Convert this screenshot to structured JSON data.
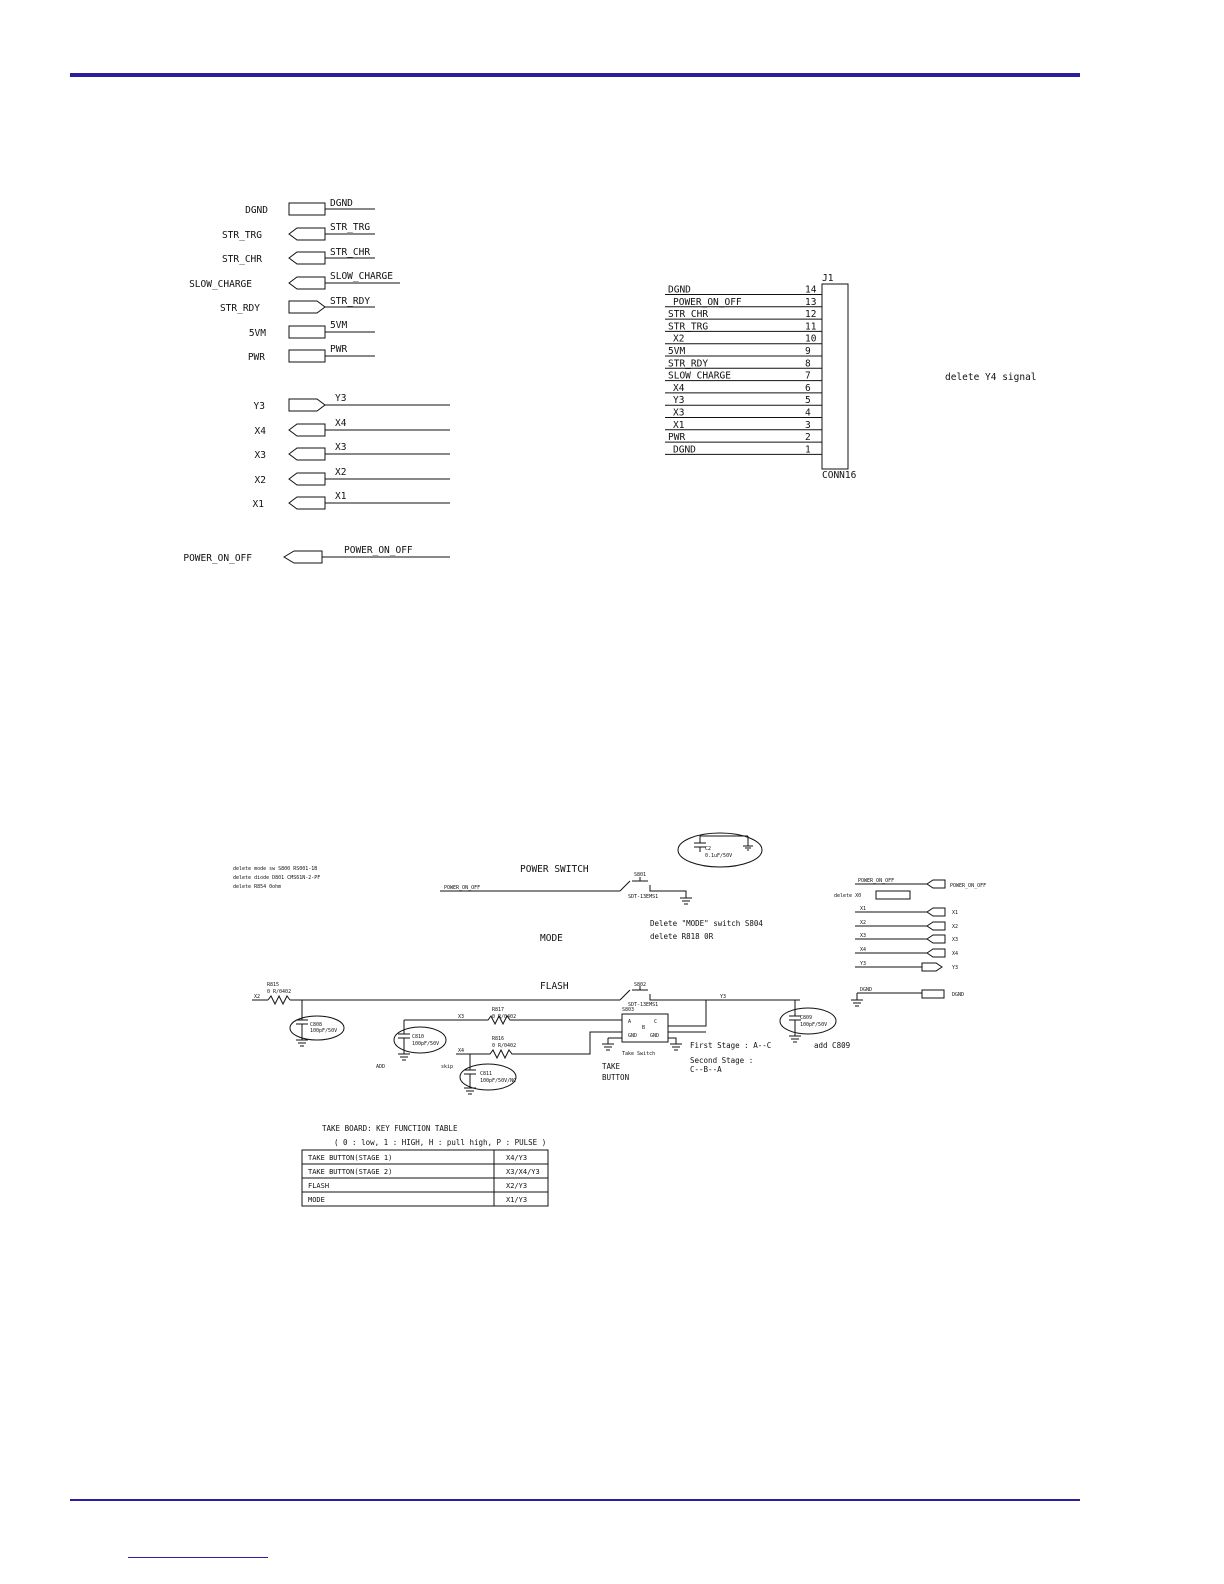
{
  "ports": {
    "power_labels": [
      "DGND",
      "STR_TRG",
      "STR_CHR",
      "SLOW_CHARGE",
      "STR_RDY",
      "5VM",
      "PWR"
    ],
    "signal_labels": [
      "Y3",
      "X4",
      "X3",
      "X2",
      "X1"
    ],
    "power_on_off": "POWER_ON_OFF"
  },
  "connector": {
    "ref": "J1",
    "part": "CONN16",
    "pins": [
      {
        "net": "DGND",
        "pin": "14"
      },
      {
        "net": "POWER_ON_OFF",
        "pin": "13"
      },
      {
        "net": "STR_CHR",
        "pin": "12"
      },
      {
        "net": "STR_TRG",
        "pin": "11"
      },
      {
        "net": "X2",
        "pin": "10"
      },
      {
        "net": "5VM",
        "pin": "9"
      },
      {
        "net": "STR_RDY",
        "pin": "8"
      },
      {
        "net": "SLOW_CHARGE",
        "pin": "7"
      },
      {
        "net": "X4",
        "pin": "6"
      },
      {
        "net": "Y3",
        "pin": "5"
      },
      {
        "net": "X3",
        "pin": "4"
      },
      {
        "net": "X1",
        "pin": "3"
      },
      {
        "net": "PWR",
        "pin": "2"
      },
      {
        "net": "DGND",
        "pin": "1"
      }
    ],
    "note": "delete Y4 signal"
  },
  "lower": {
    "notes": [
      "delete mode sw S800 RS001-1B",
      "delete diode D801 CMS61N-2-PF",
      "delete R854 0ohm"
    ],
    "power_switch": "POWER SWITCH",
    "mode": "MODE",
    "flash": "FLASH",
    "c802": {
      "ref": "C2",
      "val": "0.1uF/50V"
    },
    "s801": {
      "ref": "S801",
      "part": "SDT-13EMS1"
    },
    "s802": {
      "ref": "S802",
      "part": "SDT-13EMS1"
    },
    "delete_mode_switch": "Delete \"MODE\" switch  S804",
    "delete_r818": "delete R818  0R",
    "r815": {
      "ref": "R815",
      "val": "0 R/0402"
    },
    "r817": {
      "ref": "R817",
      "val": "0 R/0402"
    },
    "r816": {
      "ref": "R816",
      "val": "0 R/0402"
    },
    "c808": {
      "ref": "C808",
      "val": "100pF/50V"
    },
    "c810": {
      "ref": "C810",
      "val": "100pF/50V"
    },
    "c811": {
      "ref": "C811",
      "val": "100pF/50V/NC"
    },
    "c809": {
      "ref": "C809",
      "val": "100pF/50V"
    },
    "s803": {
      "ref": "S803",
      "pins": [
        "A",
        "B",
        "C",
        "GND",
        "GND"
      ],
      "caption": "Take Switch"
    },
    "add_label": "ADD",
    "skip_label": "skip",
    "take_button": [
      "TAKE",
      "BUTTON"
    ],
    "first_stage": "First Stage : A--C",
    "second_stage": [
      "Second Stage :",
      "C--B--A"
    ],
    "add_c809": "add C809",
    "right_ports": {
      "power_on_off": "POWER_ON_OFF",
      "delete_x0": "delete X0",
      "signals": [
        "X1",
        "X2",
        "X3",
        "X4",
        "Y3"
      ],
      "dgnd": "DGND",
      "port_labels": [
        "POWER_ON_OFF",
        "X1",
        "X2",
        "X3",
        "X4",
        "Y3",
        "DGND"
      ]
    },
    "wire_labels": {
      "x2": "X2",
      "y3": "Y3",
      "x3": "X3",
      "x4": "X4",
      "power_on_off": "POWER_ON_OFF"
    }
  },
  "key_table": {
    "title": "TAKE BOARD: KEY FUNCTION TABLE",
    "subtitle": "( 0 : low, 1 : HIGH, H : pull  high, P : PULSE   )",
    "rows": [
      {
        "key": "TAKE BUTTON(STAGE 1)",
        "value": "X4/Y3"
      },
      {
        "key": "TAKE BUTTON(STAGE 2)",
        "value": "X3/X4/Y3"
      },
      {
        "key": "FLASH",
        "value": "X2/Y3"
      },
      {
        "key": "MODE",
        "value": "X1/Y3"
      }
    ]
  }
}
